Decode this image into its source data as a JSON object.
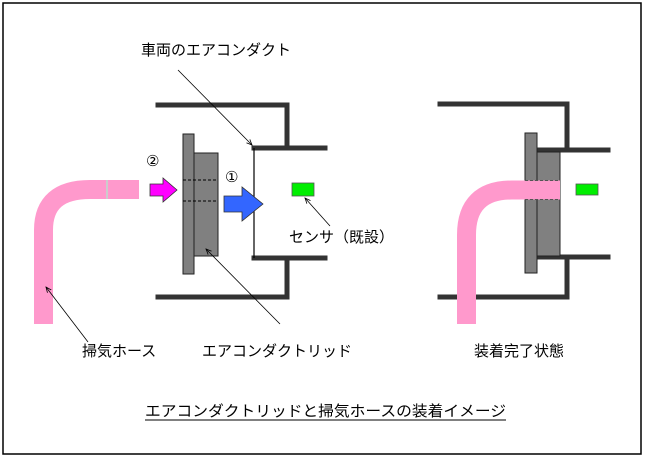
{
  "labels": {
    "vehicle_duct": "車両のエアコンダクト",
    "step2": "②",
    "step1": "①",
    "sensor": "センサ（既設）",
    "hose": "掃気ホース",
    "lid": "エアコンダクトリッド",
    "installed": "装着完了状態"
  },
  "caption": "エアコンダクトリッドと掃気ホースの装着イメージ",
  "colors": {
    "hose": "#ff99cc",
    "sensor": "#00ee00",
    "arrow1": "#3366ff",
    "arrow2": "#ff00ff",
    "lid": "#808080",
    "duct": "#333333"
  }
}
